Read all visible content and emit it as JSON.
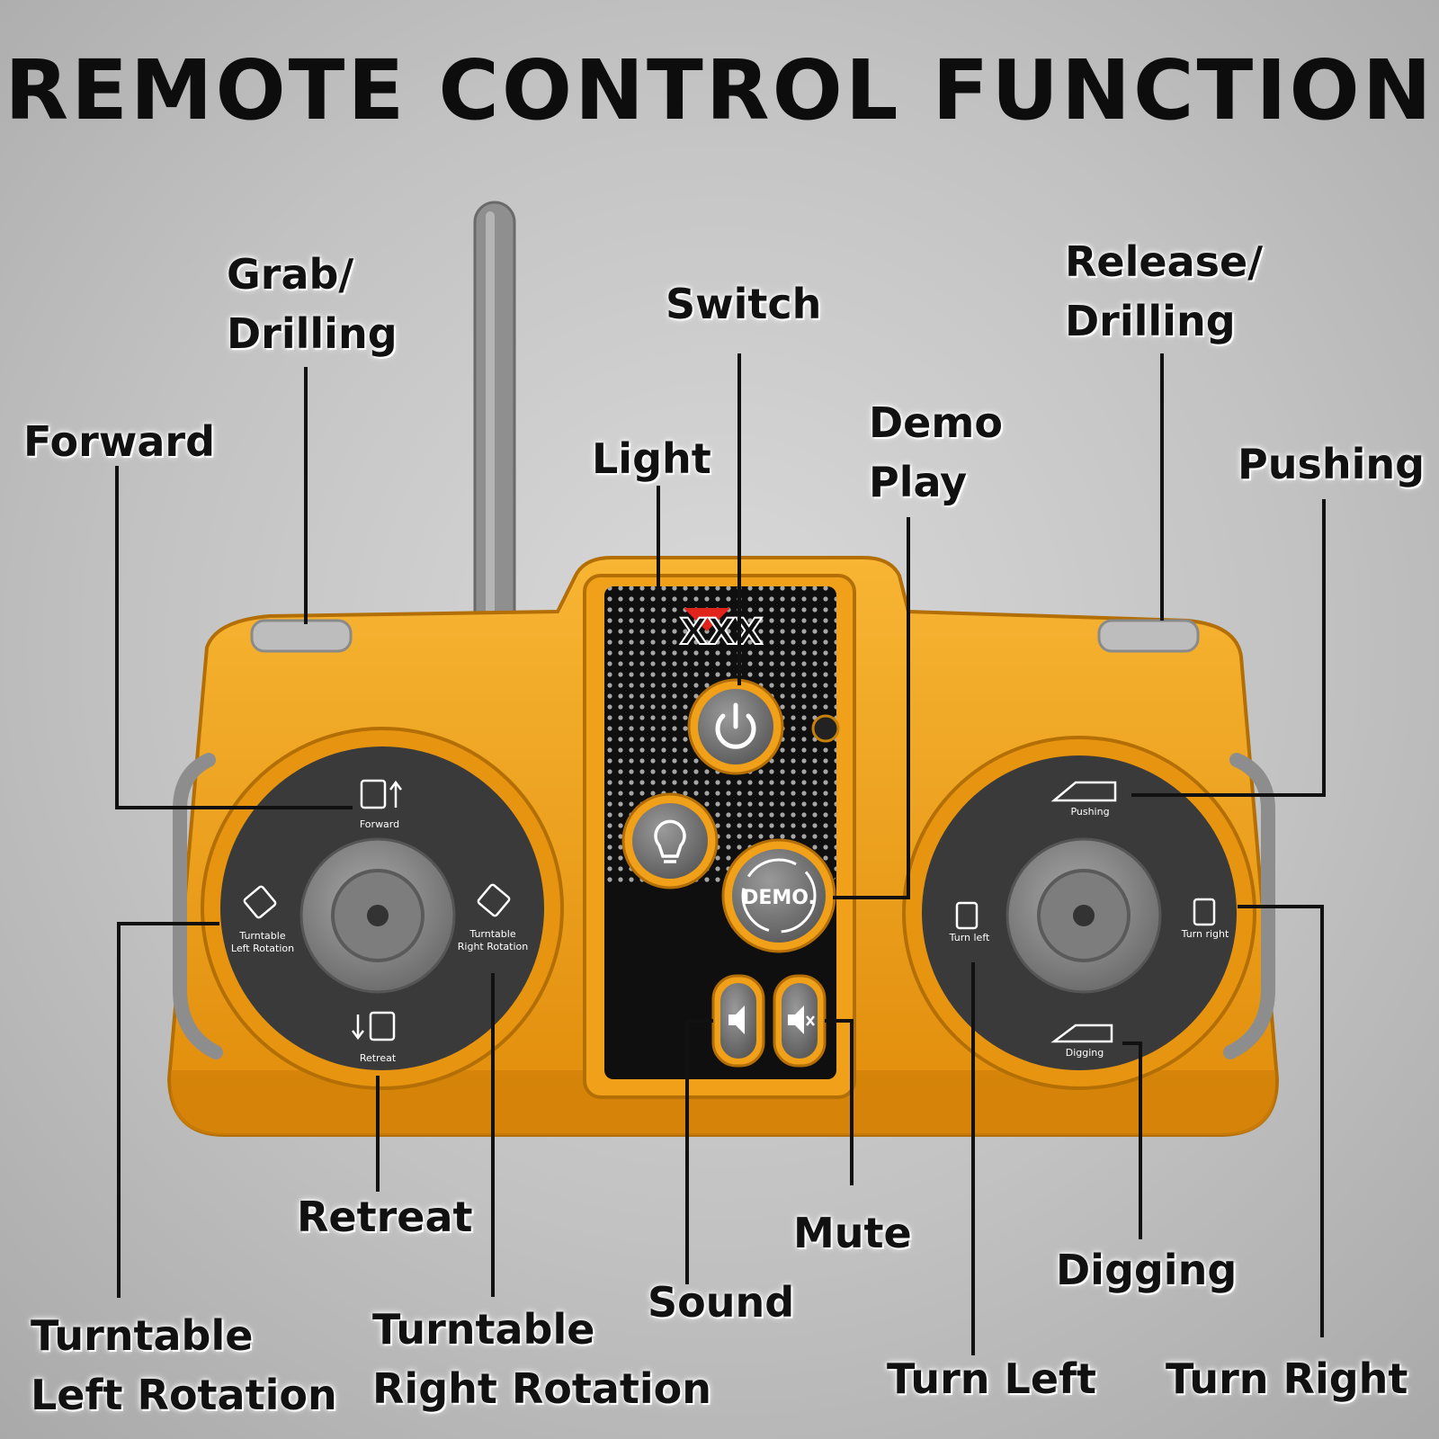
{
  "title": "REMOTE CONTROL FUNCTION",
  "brand": "XXX",
  "callouts": {
    "grab_line1": "Grab/",
    "grab_line2": "Drilling",
    "forward": "Forward",
    "switch": "Switch",
    "light": "Light",
    "demo_line1": "Demo",
    "demo_line2": "Play",
    "release_line1": "Release/",
    "release_line2": "Drilling",
    "pushing": "Pushing",
    "retreat": "Retreat",
    "mute": "Mute",
    "sound": "Sound",
    "digging": "Digging",
    "tt_left_line1": "Turntable",
    "tt_left_line2": "Left Rotation",
    "tt_right_line1": "Turntable",
    "tt_right_line2": "Right Rotation",
    "turn_left": "Turn Left",
    "turn_right": "Turn Right"
  },
  "dial": {
    "forward": "Forward",
    "retreat": "Retreat",
    "tt_left_1": "Turntable",
    "tt_left_2": "Left Rotation",
    "tt_right_1": "Turntable",
    "tt_right_2": "Right Rotation",
    "pushing": "Pushing",
    "digging": "Digging",
    "turn_left": "Turn left",
    "turn_right": "Turn right"
  },
  "buttons": {
    "demo": "DEMO."
  },
  "colors": {
    "body": "#f0a019",
    "body_dark": "#c97d08",
    "dial": "#3a3a3a",
    "stick": "#8a8a8a",
    "accent_red": "#e0241c"
  },
  "icons": [
    "power-icon",
    "bulb-icon",
    "speaker-icon",
    "mute-icon",
    "antenna-icon"
  ]
}
